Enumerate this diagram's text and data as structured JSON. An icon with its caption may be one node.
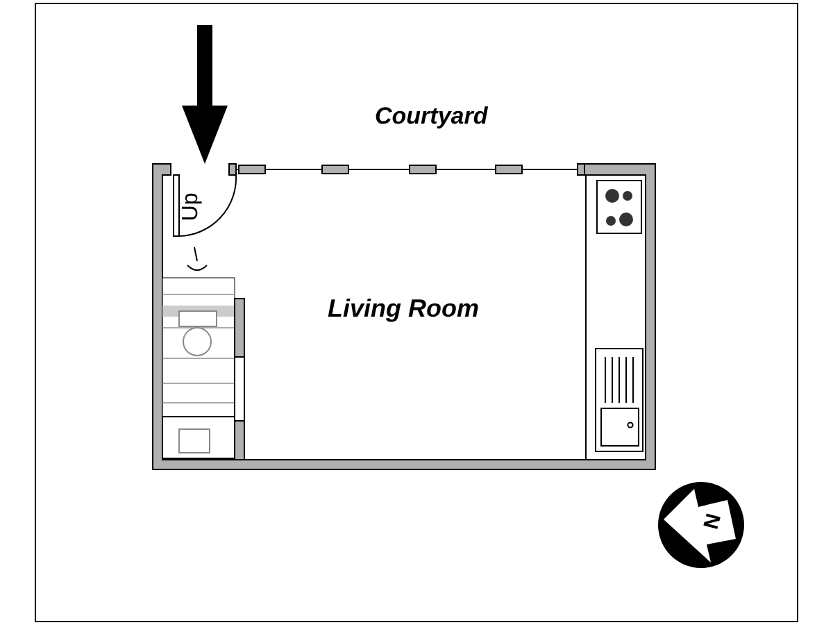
{
  "diagram": {
    "labels": [
      "Courtyard",
      "Up",
      "Living Room",
      "N"
    ]
  }
}
